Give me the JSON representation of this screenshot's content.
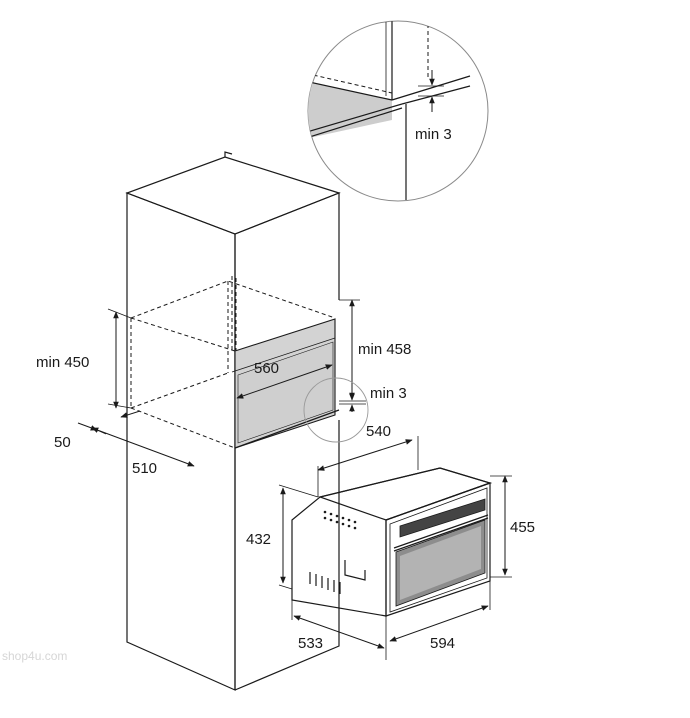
{
  "dimensions": {
    "niche_height": "min 450",
    "niche_width": "560",
    "niche_opening_height": "min 458",
    "gap": "min 3",
    "back_gap": "50",
    "niche_depth": "510",
    "oven_depth": "540",
    "oven_body_height": "432",
    "oven_front_height": "455",
    "oven_total_depth": "533",
    "oven_width": "594"
  },
  "detail": {
    "gap_label": "min 3"
  },
  "watermark": "shop4u.com"
}
